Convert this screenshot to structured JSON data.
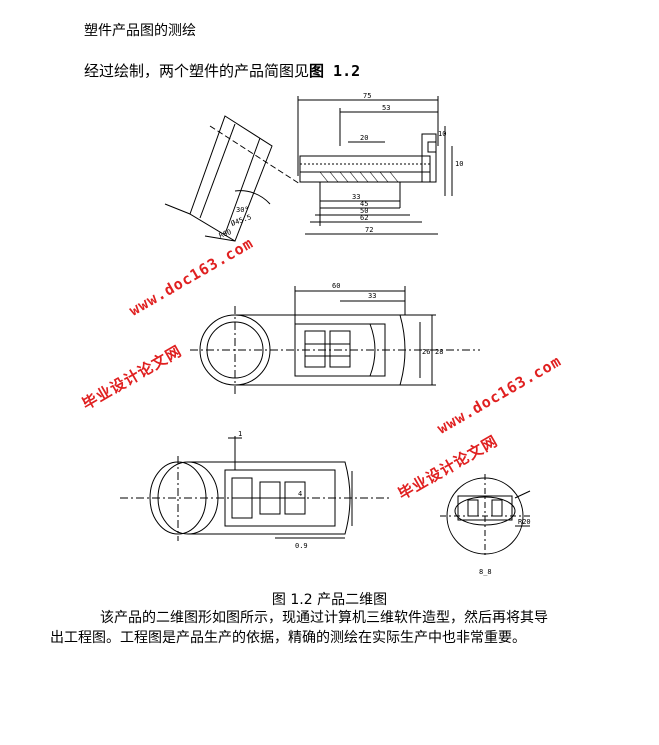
{
  "section_title": "塑件产品图的测绘",
  "intro": {
    "text": "经过绘制，两个塑件的产品简图见",
    "figref": "图 1.2"
  },
  "caption": "图 1.2   产品二维图",
  "paragraph": {
    "line1": "该产品的二维图形如图所示，现通过计算机三维软件造型，然后再将其导",
    "line2": "出工程图。工程图是产品生产的依据，精确的测绘在实际生产中也非常重要。"
  },
  "watermarks": {
    "url": "www.doc163.com",
    "site": "毕业设计论文网"
  },
  "dims": {
    "top": [
      "75",
      "53",
      "20",
      "33",
      "45",
      "50",
      "62",
      "72",
      "10",
      "10",
      "30°",
      "Ø45.5",
      "R60"
    ],
    "middle": [
      "60",
      "33",
      "28",
      "26"
    ],
    "bottom": [
      "1",
      "4",
      "0.9",
      "R20",
      "8_8"
    ]
  },
  "colors": {
    "watermark": "#e02020",
    "line": "#000000"
  }
}
